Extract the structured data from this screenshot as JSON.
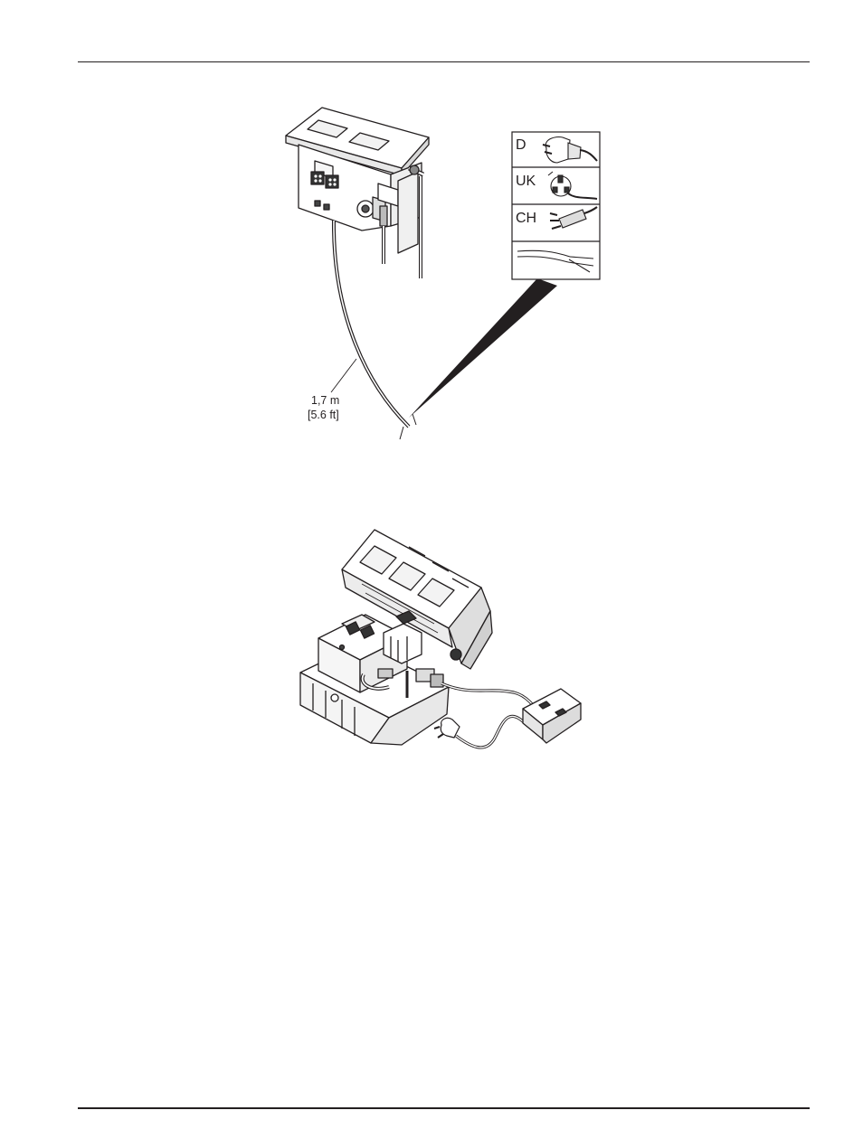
{
  "figure1": {
    "plug_labels": [
      "D",
      "UK",
      "CH"
    ],
    "cable_length_metric": "1,7 m",
    "cable_length_imperial": "[5.6 ft]"
  },
  "colors": {
    "ink": "#231f20",
    "paper": "#ffffff"
  }
}
